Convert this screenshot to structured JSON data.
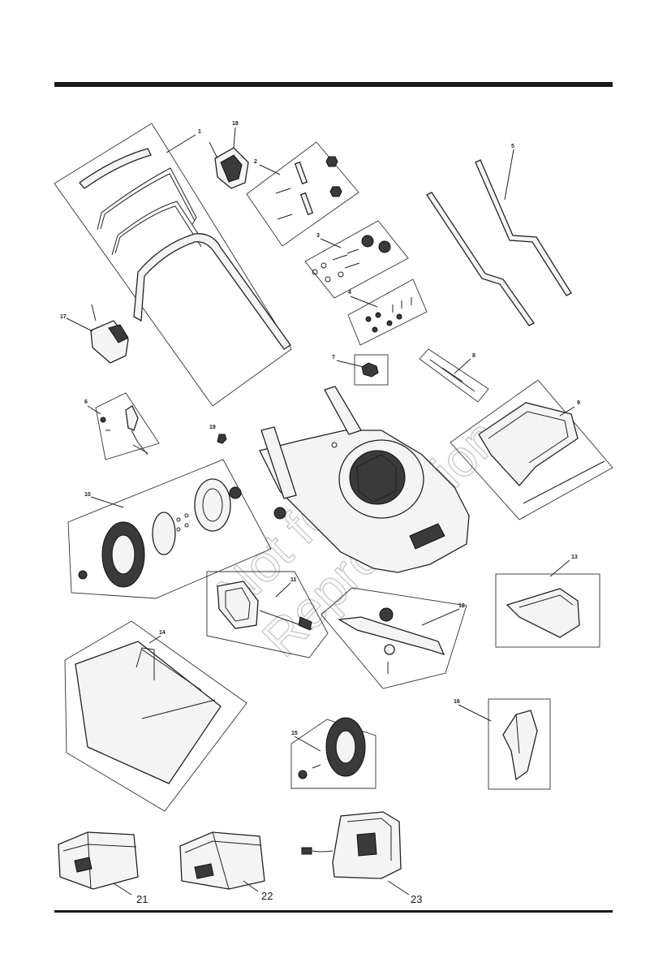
{
  "watermark": {
    "line1": "Not for",
    "line2": "Reproduction"
  },
  "callouts": {
    "c1": "1",
    "c2": "2",
    "c3": "3",
    "c4": "4",
    "c5": "5",
    "c6": "6",
    "c7": "7",
    "c8": "8",
    "c9": "9",
    "c10": "10",
    "c11": "11",
    "c12": "12",
    "c13": "13",
    "c14": "14",
    "c15": "15",
    "c16": "16",
    "c17": "17",
    "c18": "18",
    "c19": "19",
    "c21": "21",
    "c22": "22",
    "c23": "23"
  }
}
